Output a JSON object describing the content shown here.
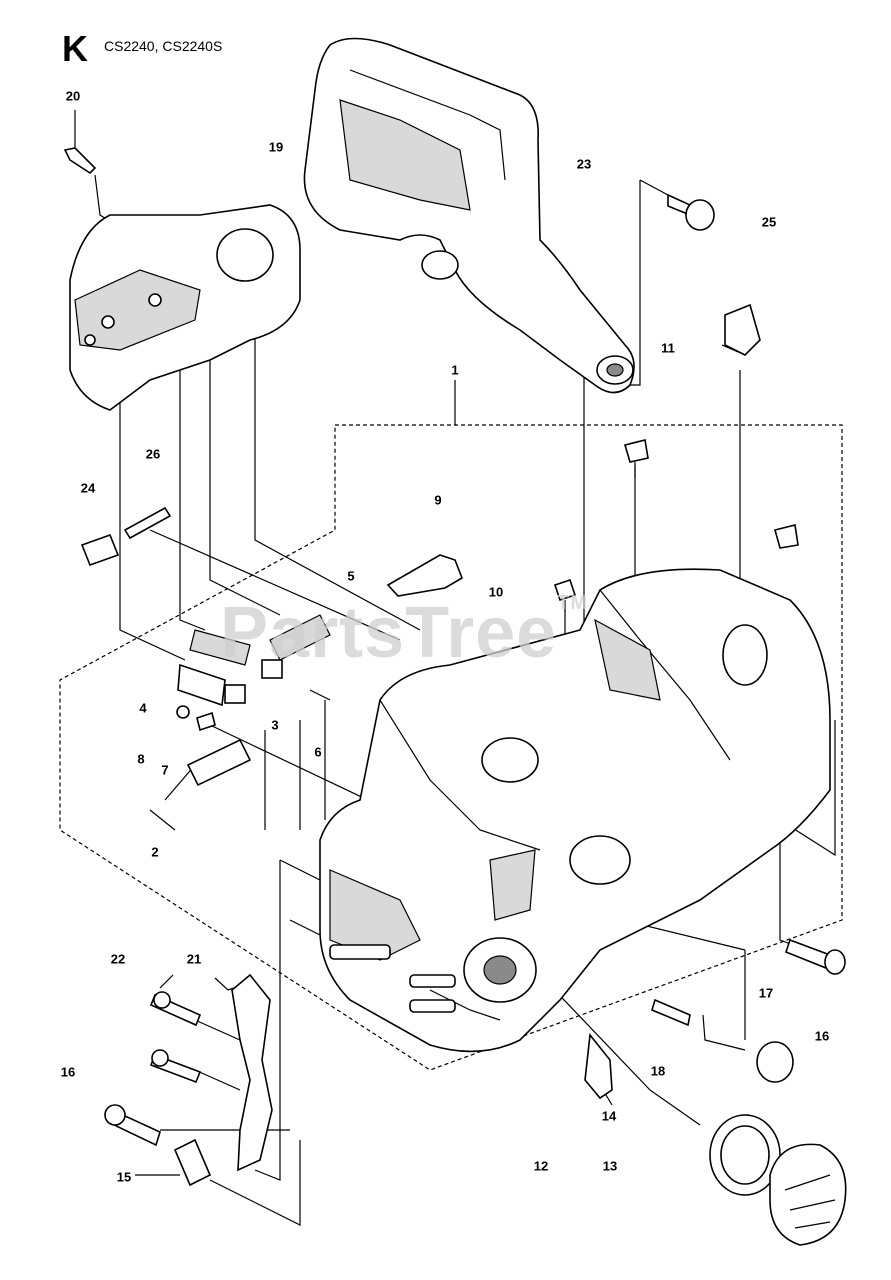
{
  "header": {
    "section_letter": "K",
    "models": "CS2240, CS2240S"
  },
  "watermark": {
    "text": "PartsTree",
    "mark": "TM"
  },
  "callouts": [
    "1",
    "2",
    "3",
    "4",
    "5",
    "6",
    "7",
    "8",
    "9",
    "10",
    "11",
    "12",
    "13",
    "14",
    "15",
    "16",
    "16",
    "17",
    "18",
    "19",
    "20",
    "21",
    "22",
    "23",
    "24",
    "25",
    "26"
  ],
  "colors": {
    "line": "#000000",
    "shade": "#d9d9d9",
    "watermark": "#cfcfcf"
  }
}
